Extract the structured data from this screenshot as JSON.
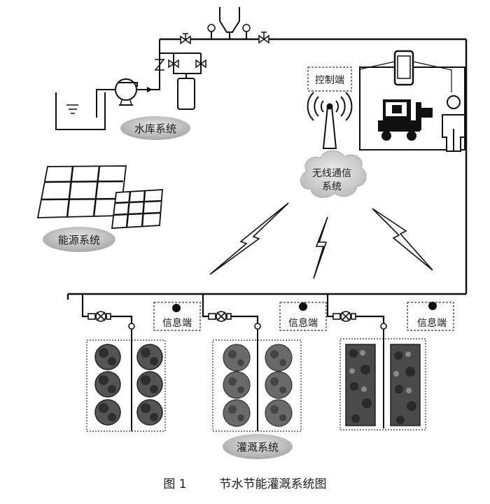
{
  "labels": {
    "reservoir_system": "水库系统",
    "energy_system": "能源系统",
    "control_end": "控制端",
    "wireless_system_line1": "无线通信",
    "wireless_system_line2": "系统",
    "info_end": "信息端",
    "irrigation_system": "灌溉系统"
  },
  "caption": {
    "figure_no": "图 1",
    "title": "节水节能灌溉系统图"
  }
}
